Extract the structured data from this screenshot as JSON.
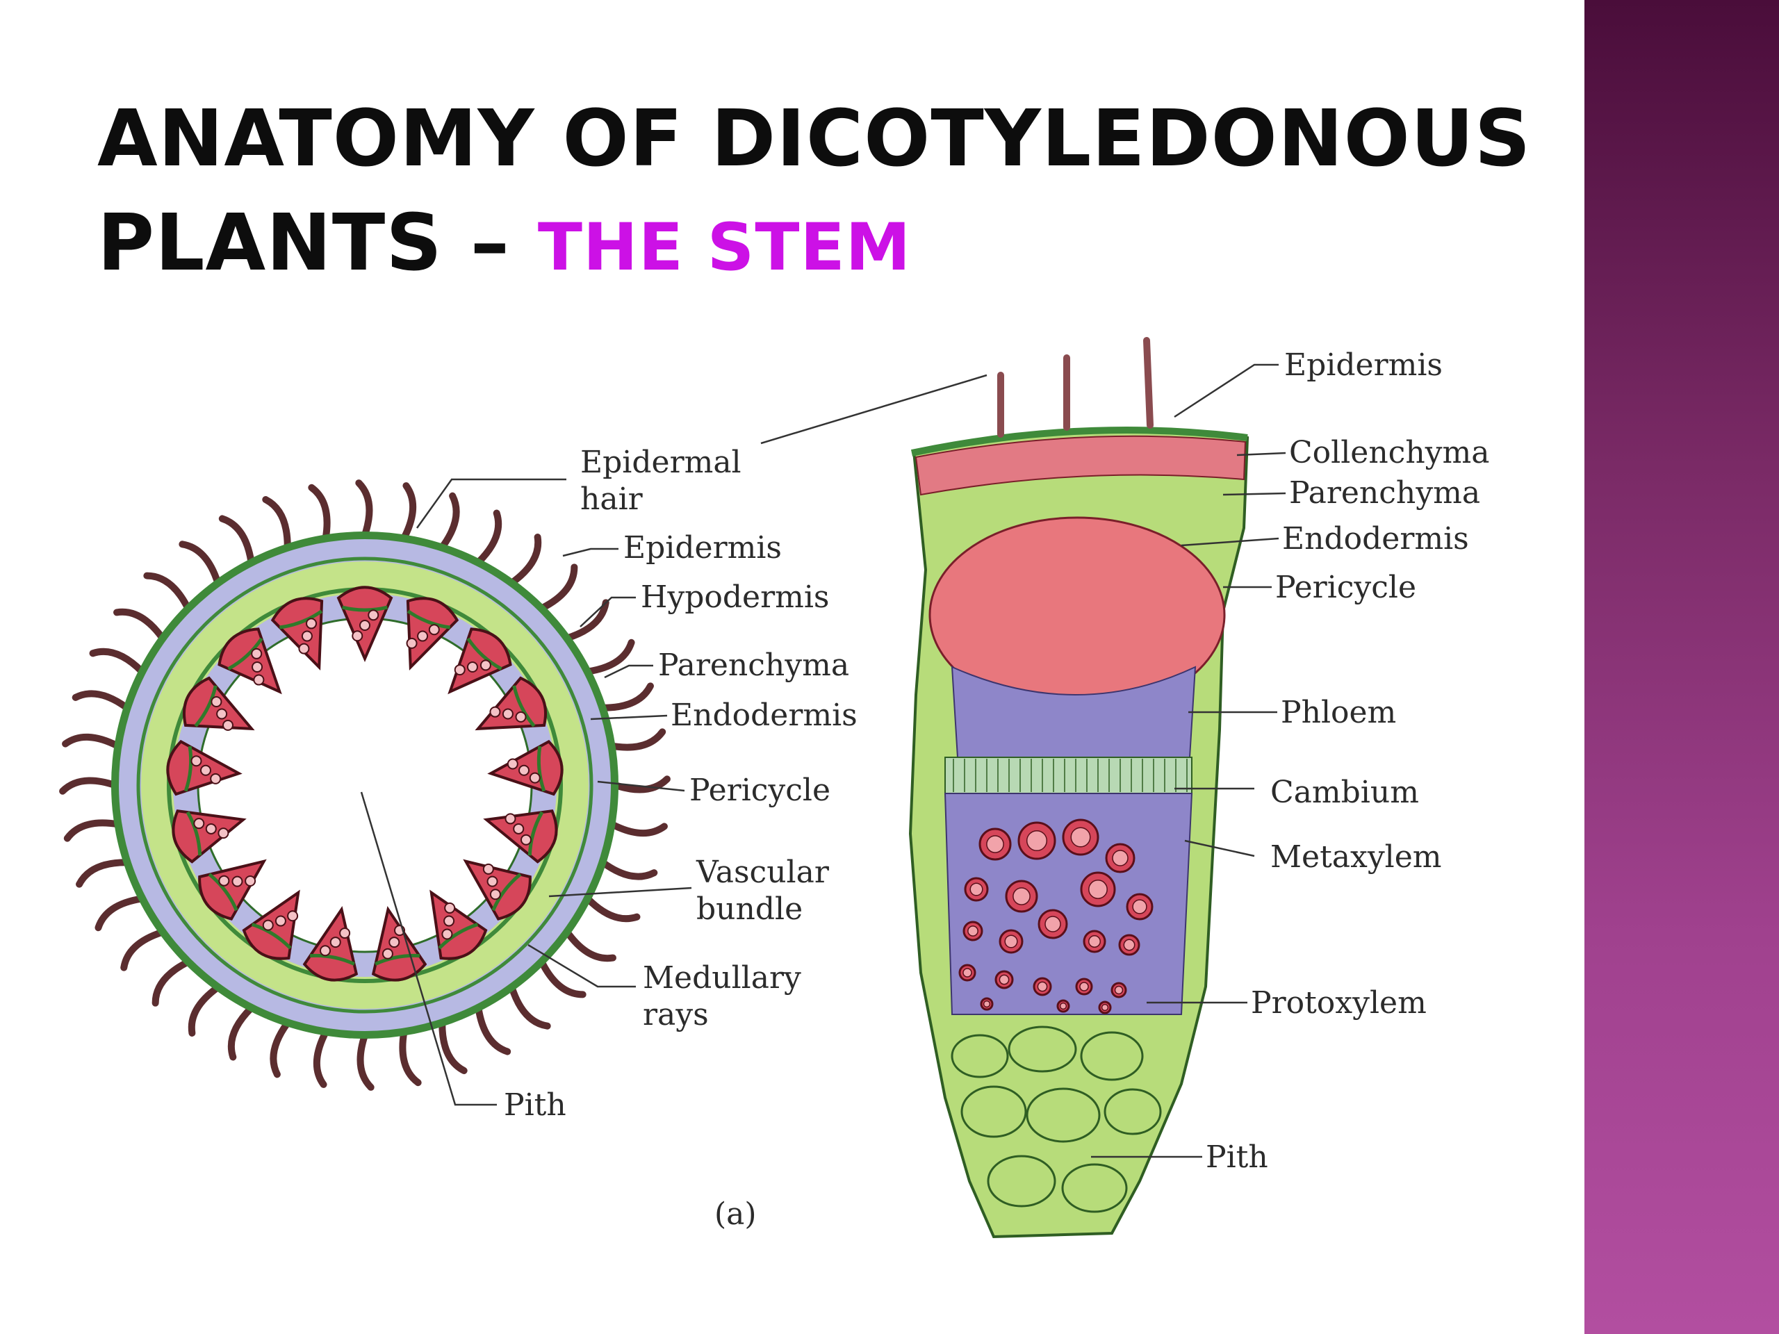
{
  "title": {
    "main_line1": "ANATOMY OF DICOTYLEDONOUS",
    "main_line2": "PLANTS –",
    "accent": "THE STEM"
  },
  "colors": {
    "accent": "#cc11e6",
    "epidermis_green": "#3f8a3a",
    "parenchyma_green": "#b7dc7a",
    "hypodermis_blue": "#b7b9e3",
    "phloem_purple": "#8e86c9",
    "xylem_red": "#d6465a",
    "pericycle_pink": "#e8777d",
    "sidebar_top": "#4a0d3a",
    "sidebar_bottom": "#b24ea0"
  },
  "diagram": {
    "left_labels": {
      "epidermal_hair_1": "Epidermal",
      "epidermal_hair_2": "hair",
      "epidermis": "Epidermis",
      "hypodermis": "Hypodermis",
      "parenchyma": "Parenchyma",
      "endodermis": "Endodermis",
      "pericycle": "Pericycle",
      "vascular_bundle_1": "Vascular",
      "vascular_bundle_2": "bundle",
      "medullary_rays_1": "Medullary",
      "medullary_rays_2": "rays",
      "pith": "Pith",
      "caption": "(a)"
    },
    "right_labels": {
      "epidermis": "Epidermis",
      "collenchyma": "Collenchyma",
      "parenchyma": "Parenchyma",
      "endodermis": "Endodermis",
      "pericycle": "Pericycle",
      "phloem": "Phloem",
      "cambium": "Cambium",
      "metaxylem": "Metaxylem",
      "protoxylem": "Protoxylem",
      "pith": "Pith"
    }
  }
}
